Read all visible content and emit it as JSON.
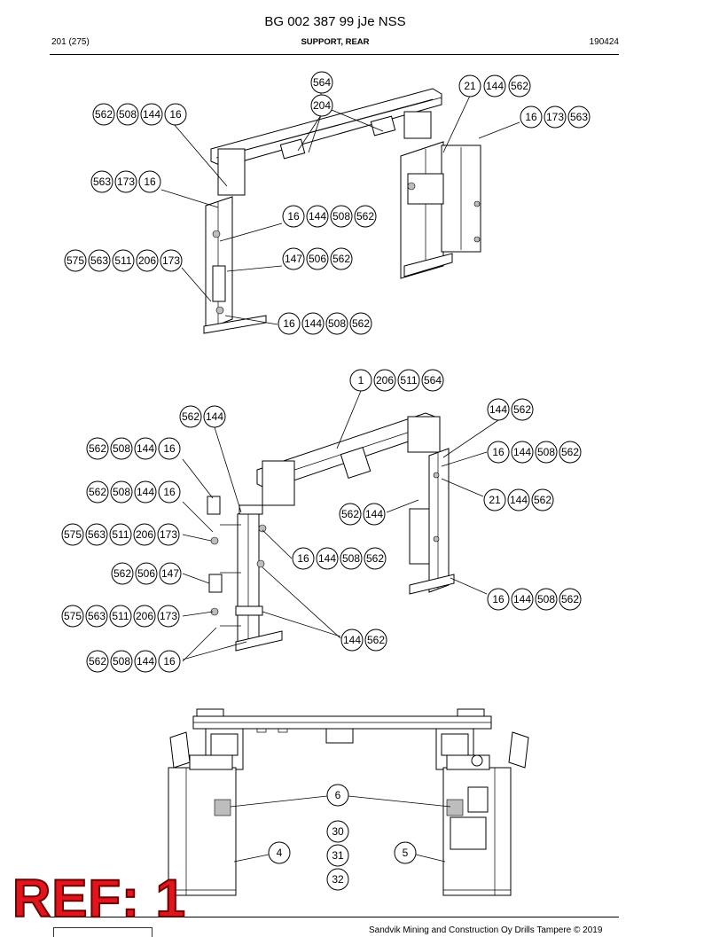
{
  "header": {
    "doc_title": "BG 002 387 99 jJe NSS",
    "page": "201 (275)",
    "section": "SUPPORT, REAR",
    "date": "190424"
  },
  "footer": {
    "text": "Sandvik Mining and Construction Oy Drills Tampere © 2019"
  },
  "stamp": {
    "text": "REF: 1",
    "color": "#e3141b"
  },
  "callouts": {
    "view1": {
      "c564": [
        "564"
      ],
      "c204": [
        "204"
      ],
      "c21_144_562": [
        "21",
        "144",
        "562"
      ],
      "c562_508_144_16": [
        "562",
        "508",
        "144",
        "16"
      ],
      "c16_173_563": [
        "16",
        "173",
        "563"
      ],
      "c563_173_16": [
        "563",
        "173",
        "16"
      ],
      "c16_144_508_562_a": [
        "16",
        "144",
        "508",
        "562"
      ],
      "c575_563_511_206_173": [
        "575",
        "563",
        "511",
        "206",
        "173"
      ],
      "c147_506_562": [
        "147",
        "506",
        "562"
      ],
      "c16_144_508_562_b": [
        "16",
        "144",
        "508",
        "562"
      ]
    },
    "view2": {
      "c1_206_511_564": [
        "1",
        "206",
        "511",
        "564"
      ],
      "c562_144": [
        "562",
        "144"
      ],
      "c144_562_a": [
        "144",
        "562"
      ],
      "c562_508_144_16_a": [
        "562",
        "508",
        "144",
        "16"
      ],
      "c16_144_508_562_a": [
        "16",
        "144",
        "508",
        "562"
      ],
      "c562_508_144_16_b": [
        "562",
        "508",
        "144",
        "16"
      ],
      "c21_144_562": [
        "21",
        "144",
        "562"
      ],
      "c562_144_b": [
        "562",
        "144"
      ],
      "c575_563_511_206_173_a": [
        "575",
        "563",
        "511",
        "206",
        "173"
      ],
      "c16_144_508_562_b": [
        "16",
        "144",
        "508",
        "562"
      ],
      "c562_506_147": [
        "562",
        "506",
        "147"
      ],
      "c16_144_508_562_c": [
        "16",
        "144",
        "508",
        "562"
      ],
      "c575_563_511_206_173_b": [
        "575",
        "563",
        "511",
        "206",
        "173"
      ],
      "c144_562_b": [
        "144",
        "562"
      ],
      "c562_508_144_16_c": [
        "562",
        "508",
        "144",
        "16"
      ]
    },
    "view3": {
      "c6": [
        "6"
      ],
      "c30": [
        "30"
      ],
      "c31": [
        "31"
      ],
      "c4": [
        "4"
      ],
      "c5": [
        "5"
      ],
      "c32": [
        "32"
      ]
    }
  }
}
